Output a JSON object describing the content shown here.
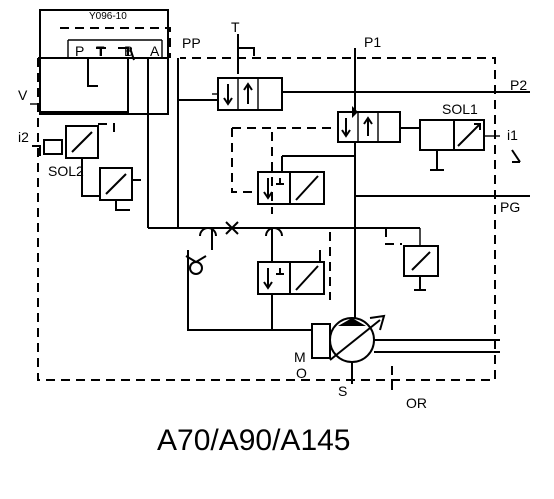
{
  "diagram": {
    "title": "A70/A90/A145",
    "part_label": "Y096-10",
    "ports": {
      "P": "P",
      "T": "T",
      "B": "B",
      "A": "A",
      "PP": "PP",
      "T_top": "T",
      "P1": "P1",
      "P2": "P2",
      "PG": "PG",
      "S": "S",
      "OR": "OR",
      "V": "V",
      "M": "M",
      "O": "O"
    },
    "signals": {
      "i1": "i1",
      "i2": "i2"
    },
    "solenoids": {
      "sol1": "SOL1",
      "sol2": "SOL2"
    }
  }
}
